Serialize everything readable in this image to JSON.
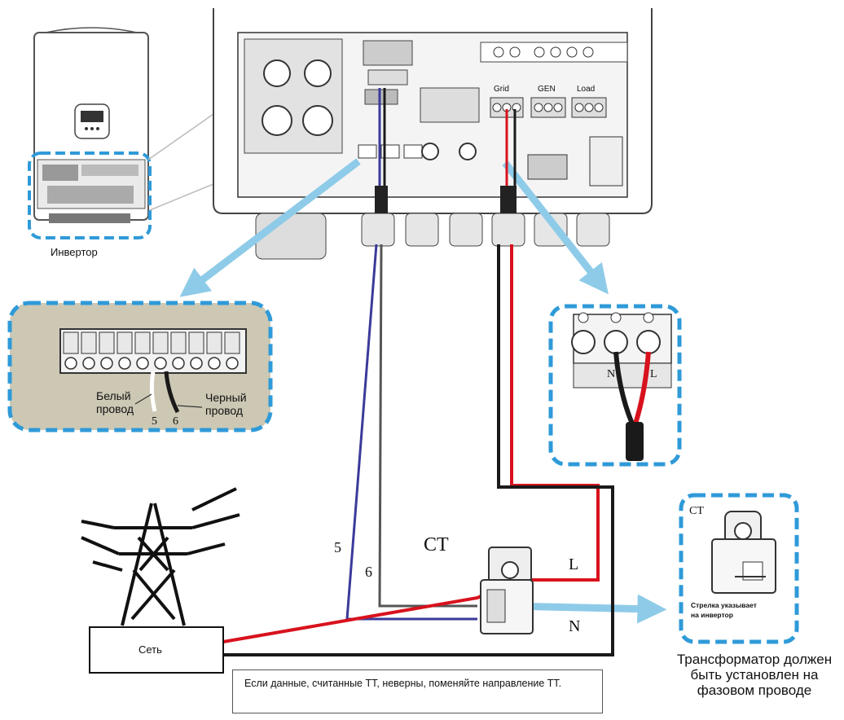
{
  "labels": {
    "inverter": "Инвертор",
    "white_wire": "Белый\nпровод",
    "black_wire": "Черный\nпровод",
    "terminal_5_small": "5",
    "terminal_6_small": "6",
    "grid_port": "Grid",
    "gen_port": "GEN",
    "load_port": "Load",
    "neutral_small": "N",
    "line_small": "L",
    "wire_5": "5",
    "wire_6": "6",
    "ct_main": "CT",
    "line_big": "L",
    "neutral_big": "N",
    "grid_box": "Сеть",
    "ct_detail_title": "CT",
    "ct_arrow_note_1": "Стрелка указывает",
    "ct_arrow_note_2": "на инвертор",
    "transformer_caption": "Трансформатор должен быть установлен на фазовом проводе",
    "note": "Если данные, считанные ТТ, неверны, поменяйте направление ТТ."
  },
  "colors": {
    "callout_border": "#2f9ad8",
    "arrow": "#8ecbe8",
    "wire_red": "#d8121d",
    "wire_black": "#1a1a1a",
    "wire_blue": "#3a3a9a",
    "terminal_panel_bg": "#cdc8b4"
  },
  "icons": [
    "power-tower-icon",
    "ct-clamp-icon",
    "inverter-device-icon",
    "cable-gland-icon"
  ]
}
